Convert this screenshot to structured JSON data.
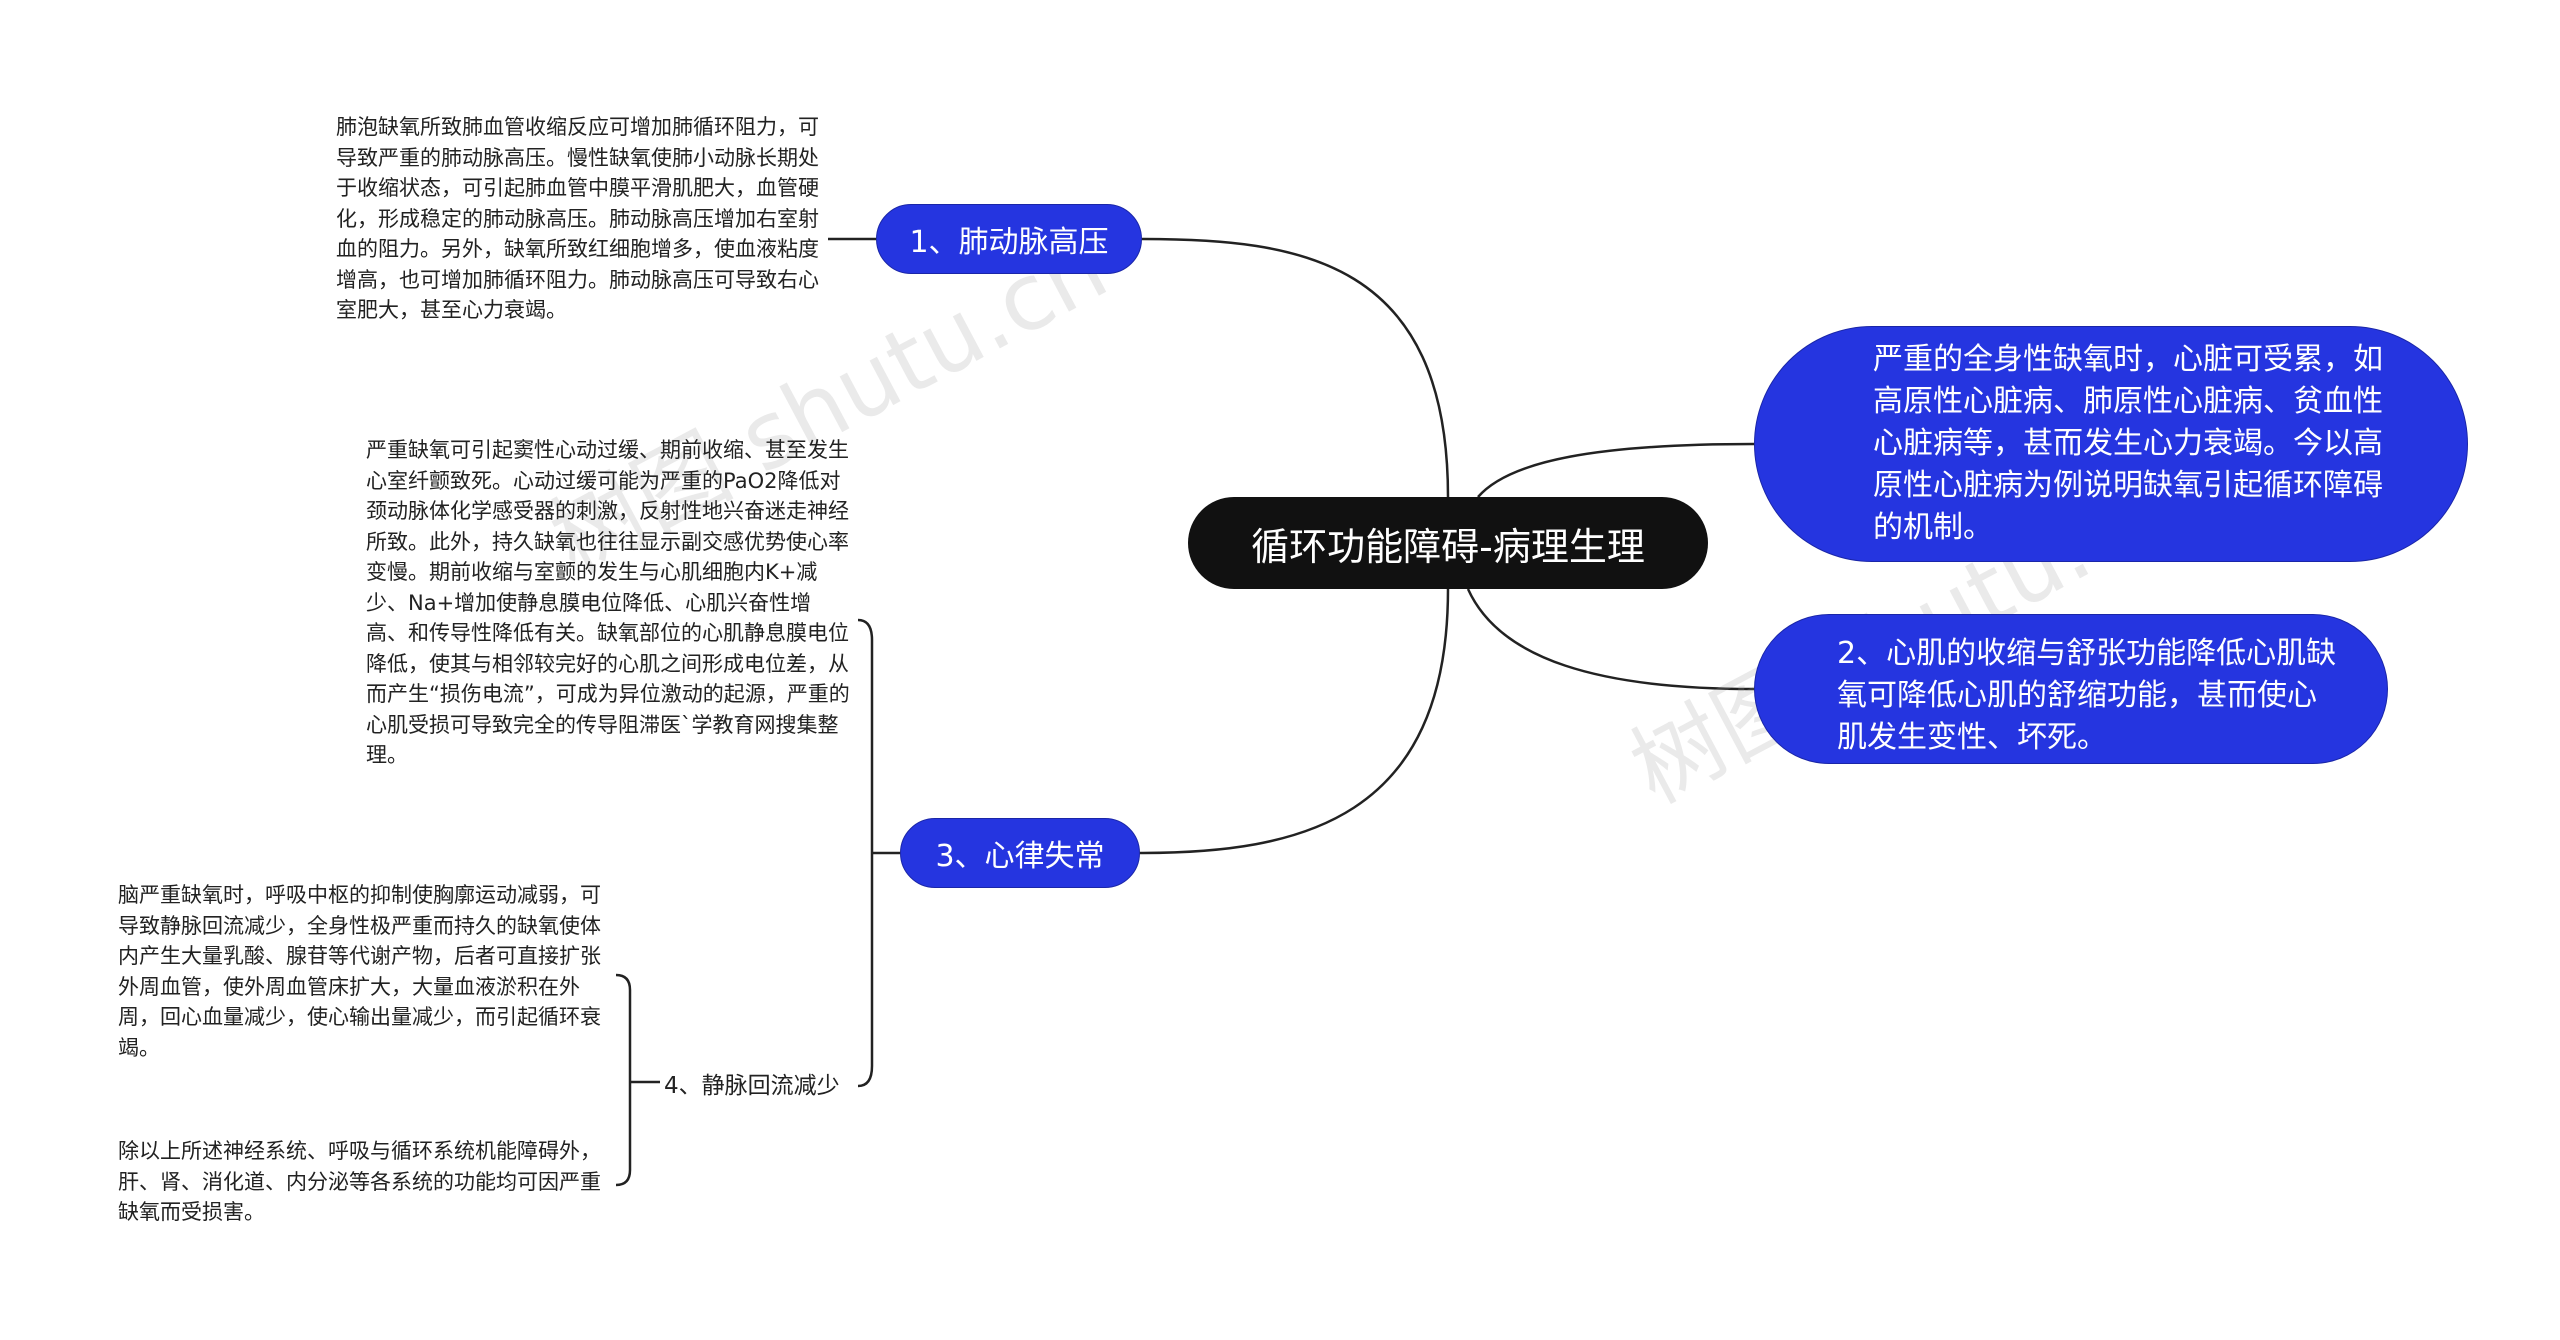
{
  "root": {
    "title": "循环功能障碍-病理生理"
  },
  "left_branches": {
    "b1": {
      "label": "1、肺动脉高压",
      "text": "肺泡缺氧所致肺血管收缩反应可增加肺循环阻力，可导致严重的肺动脉高压。慢性缺氧使肺小动脉长期处于收缩状态，可引起肺血管中膜平滑肌肥大，血管硬化，形成稳定的肺动脉高压。肺动脉高压增加右室射血的阻力。另外，缺氧所致红细胞增多，使血液粘度增高，也可增加肺循环阻力。肺动脉高压可导致右心室肥大，甚至心力衰竭。"
    },
    "b3": {
      "label": "3、心律失常",
      "text": "严重缺氧可引起窦性心动过缓、期前收缩、甚至发生心室纤颤致死。心动过缓可能为严重的PaO2降低对颈动脉体化学感受器的刺激，反射性地兴奋迷走神经所致。此外，持久缺氧也往往显示副交感优势使心率变慢。期前收缩与室颤的发生与心肌细胞内K+减少、Na+增加使静息膜电位降低、心肌兴奋性增高、和传导性降低有关。缺氧部位的心肌静息膜电位降低，使其与相邻较完好的心肌之间形成电位差，从而产生“损伤电流”，可成为异位激动的起源，严重的心肌受损可导致完全的传导阻滞医`学教育网搜集整理。"
    },
    "b4": {
      "label": "4、静脉回流减少",
      "text_a": "脑严重缺氧时，呼吸中枢的抑制使胸廓运动减弱，可导致静脉回流减少，全身性极严重而持久的缺氧使体内产生大量乳酸、腺苷等代谢产物，后者可直接扩张外周血管，使外周血管床扩大，大量血液淤积在外周，回心血量减少，使心输出量减少，而引起循环衰竭。",
      "text_b": "除以上所述神经系统、呼吸与循环系统机能障碍外，肝、肾、消化道、内分泌等各系统的功能均可因严重缺氧而受损害。"
    }
  },
  "right_branches": {
    "intro": "严重的全身性缺氧时，心脏可受累，如高原性心脏病、肺原性心脏病、贫血性心脏病等，甚而发生心力衰竭。今以高原性心脏病为例说明缺氧引起循环障碍的机制。",
    "b2": "2、心肌的收缩与舒张功能降低心肌缺氧可降低心肌的舒缩功能，甚而使心肌发生变性、坏死。"
  },
  "watermark": {
    "text": "树图 shutu.cn"
  },
  "colors": {
    "root_bg": "#111111",
    "node_blue": "#2535e0",
    "line": "#222222"
  }
}
